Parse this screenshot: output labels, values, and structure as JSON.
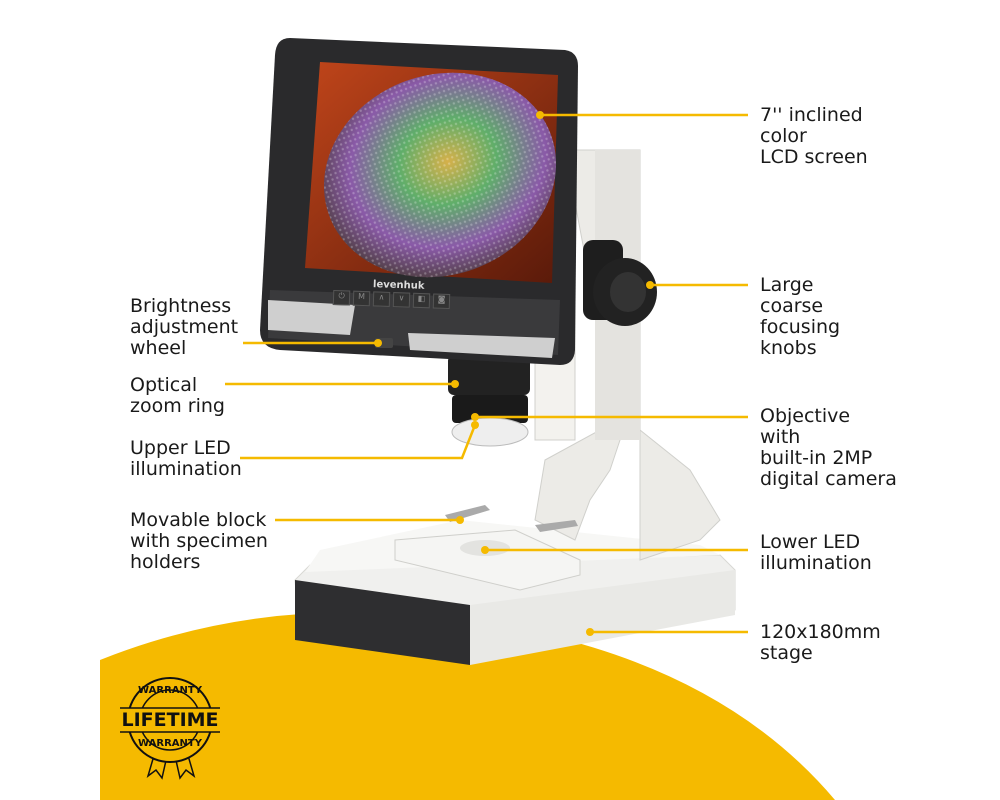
{
  "colors": {
    "accent": "#F5BA00",
    "line": "#F5BA00",
    "text": "#1a1a1a"
  },
  "brand": "levenhuk",
  "screen_buttons": [
    "power-icon",
    "M",
    "up-icon",
    "down-icon",
    "video-icon",
    "camera-icon"
  ],
  "labels_right": [
    {
      "lines": [
        "7'' inclined",
        "color",
        "LCD screen"
      ]
    },
    {
      "lines": [
        "Large",
        "coarse",
        "focusing",
        "knobs"
      ]
    },
    {
      "lines": [
        "Objective",
        "with",
        "built-in 2MP",
        "digital camera"
      ]
    },
    {
      "lines": [
        "Lower LED",
        "illumination"
      ]
    },
    {
      "lines": [
        "120x180mm",
        "stage"
      ]
    }
  ],
  "labels_left": [
    {
      "lines": [
        "Brightness",
        "adjustment",
        "wheel"
      ]
    },
    {
      "lines": [
        "Optical",
        "zoom ring"
      ]
    },
    {
      "lines": [
        "Upper LED",
        "illumination"
      ]
    },
    {
      "lines": [
        "Movable block",
        "with specimen",
        "holders"
      ]
    }
  ],
  "badge": {
    "top": "WARRANTY",
    "center": "LIFETIME",
    "bottom": "WARRANTY"
  }
}
